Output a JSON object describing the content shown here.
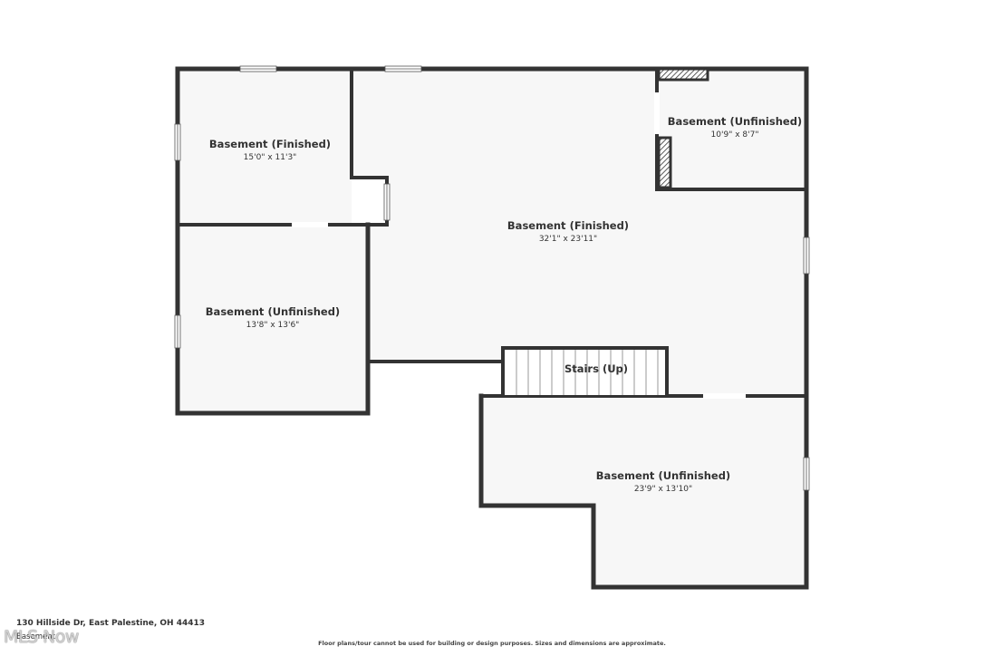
{
  "rooms": [
    {
      "name": "Basement (Finished)",
      "dims": "15'0\" x 11'3\""
    },
    {
      "name": "Basement (Finished)",
      "dims": "32'1\" x 23'11\""
    },
    {
      "name": "Basement (Unfinished)",
      "dims": "10'9\" x 8'7\""
    },
    {
      "name": "Basement (Unfinished)",
      "dims": "13'8\" x 13'6\""
    },
    {
      "name": "Stairs (Up)",
      "dims": ""
    },
    {
      "name": "Basement (Unfinished)",
      "dims": "23'9\" x 13'10\""
    }
  ],
  "footer": {
    "address": "130 Hillside Dr, East Palestine, OH 44413",
    "floor_label": "Basement",
    "disclaimer": "Floor plans/tour cannot be used for building or design purposes. Sizes and dimensions are approximate."
  },
  "watermark": "MLS Now",
  "colors": {
    "wall": "#333333",
    "floor": "#f7f7f7",
    "window": "#ffffff"
  }
}
